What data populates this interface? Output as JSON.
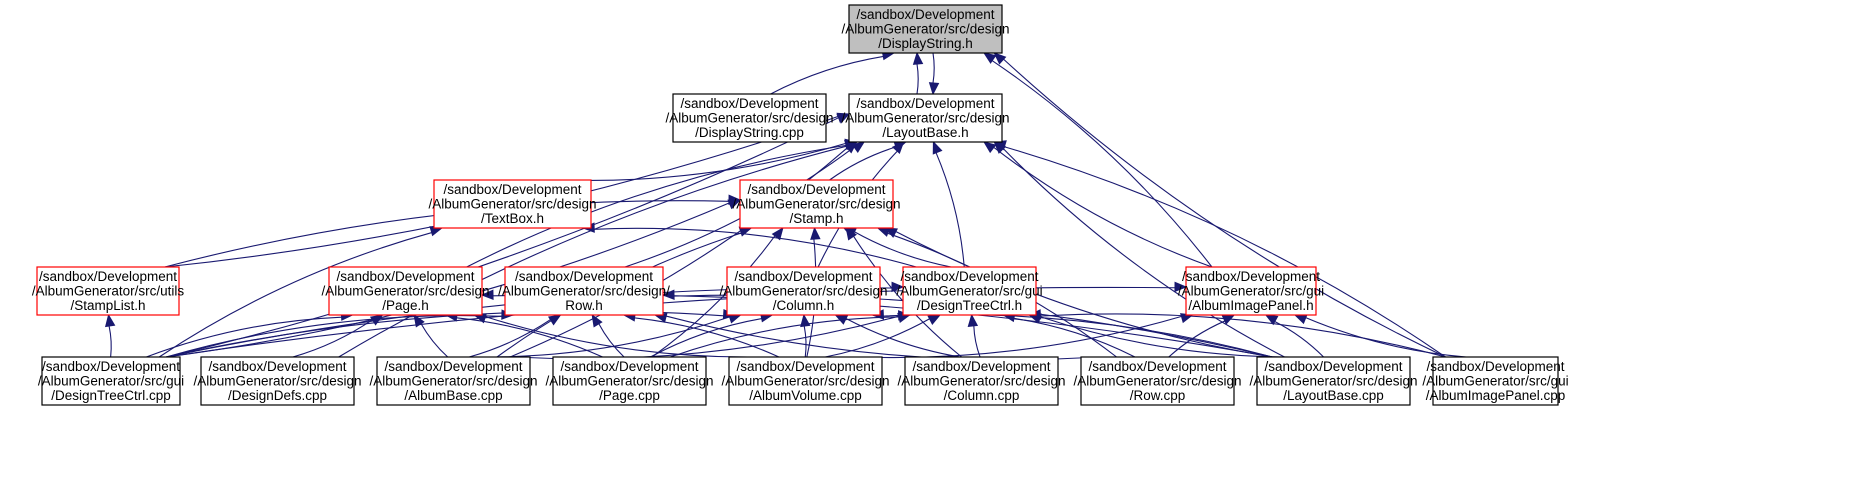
{
  "graph": {
    "colors": {
      "edge": "#191970",
      "focus_fill": "#bfbfbf",
      "border_black": "#000000",
      "border_red": "#ff0000"
    },
    "nodes": [
      {
        "id": "displaystring_h",
        "style": "focus",
        "lines": [
          "/sandbox/Development",
          "/AlbumGenerator/src/design",
          "/DisplayString.h"
        ]
      },
      {
        "id": "displaystring_cpp",
        "style": "black",
        "lines": [
          "/sandbox/Development",
          "/AlbumGenerator/src/design",
          "/DisplayString.cpp"
        ]
      },
      {
        "id": "layoutbase_h",
        "style": "black",
        "lines": [
          "/sandbox/Development",
          "/AlbumGenerator/src/design",
          "/LayoutBase.h"
        ]
      },
      {
        "id": "textbox_h",
        "style": "red",
        "lines": [
          "/sandbox/Development",
          "/AlbumGenerator/src/design",
          "/TextBox.h"
        ]
      },
      {
        "id": "stamp_h",
        "style": "red",
        "lines": [
          "/sandbox/Development",
          "/AlbumGenerator/src/design",
          "/Stamp.h"
        ]
      },
      {
        "id": "stamplist_h",
        "style": "red",
        "lines": [
          "/sandbox/Development",
          "/AlbumGenerator/src/utils",
          "/StampList.h"
        ]
      },
      {
        "id": "page_h",
        "style": "red",
        "lines": [
          "/sandbox/Development",
          "/AlbumGenerator/src/design",
          "/Page.h"
        ]
      },
      {
        "id": "row_h",
        "style": "red",
        "lines": [
          "/sandbox/Development",
          "/AlbumGenerator/src/design/",
          "Row.h"
        ]
      },
      {
        "id": "column_h",
        "style": "red",
        "lines": [
          "/sandbox/Development",
          "/AlbumGenerator/src/design",
          "/Column.h"
        ]
      },
      {
        "id": "designtreectrl_h",
        "style": "red",
        "lines": [
          "/sandbox/Development",
          "/AlbumGenerator/src/gui",
          "/DesignTreeCtrl.h"
        ]
      },
      {
        "id": "albumimagepanel_h",
        "style": "red",
        "lines": [
          "/sandbox/Development",
          "/AlbumGenerator/src/gui",
          "/AlbumImagePanel.h"
        ]
      },
      {
        "id": "designtreectrl_cpp",
        "style": "black",
        "lines": [
          "/sandbox/Development",
          "/AlbumGenerator/src/gui",
          "/DesignTreeCtrl.cpp"
        ]
      },
      {
        "id": "designdefs_cpp",
        "style": "black",
        "lines": [
          "/sandbox/Development",
          "/AlbumGenerator/src/design",
          "/DesignDefs.cpp"
        ]
      },
      {
        "id": "albumbase_cpp",
        "style": "black",
        "lines": [
          "/sandbox/Development",
          "/AlbumGenerator/src/design",
          "/AlbumBase.cpp"
        ]
      },
      {
        "id": "page_cpp",
        "style": "black",
        "lines": [
          "/sandbox/Development",
          "/AlbumGenerator/src/design",
          "/Page.cpp"
        ]
      },
      {
        "id": "albumvolume_cpp",
        "style": "black",
        "lines": [
          "/sandbox/Development",
          "/AlbumGenerator/src/design",
          "/AlbumVolume.cpp"
        ]
      },
      {
        "id": "column_cpp",
        "style": "black",
        "lines": [
          "/sandbox/Development",
          "/AlbumGenerator/src/design",
          "/Column.cpp"
        ]
      },
      {
        "id": "row_cpp",
        "style": "black",
        "lines": [
          "/sandbox/Development",
          "/AlbumGenerator/src/design",
          "/Row.cpp"
        ]
      },
      {
        "id": "layoutbase_cpp",
        "style": "black",
        "lines": [
          "/sandbox/Development",
          "/AlbumGenerator/src/design",
          "/LayoutBase.cpp"
        ]
      },
      {
        "id": "albumimagepanel_cpp",
        "style": "black",
        "lines": [
          "/sandbox/Development",
          "/AlbumGenerator/src/gui",
          "/AlbumImagePanel.cpp"
        ]
      }
    ],
    "edges": [
      {
        "from": "displaystring_cpp",
        "to": "displaystring_h"
      },
      {
        "from": "layoutbase_h",
        "to": "displaystring_h"
      },
      {
        "from": "displaystring_h",
        "to": "layoutbase_h"
      },
      {
        "from": "albumimagepanel_h",
        "to": "displaystring_h"
      },
      {
        "from": "albumimagepanel_cpp",
        "to": "displaystring_h"
      },
      {
        "from": "textbox_h",
        "to": "layoutbase_h"
      },
      {
        "from": "stamp_h",
        "to": "layoutbase_h"
      },
      {
        "from": "stamplist_h",
        "to": "layoutbase_h"
      },
      {
        "from": "page_h",
        "to": "layoutbase_h"
      },
      {
        "from": "row_h",
        "to": "layoutbase_h"
      },
      {
        "from": "column_h",
        "to": "layoutbase_h"
      },
      {
        "from": "designtreectrl_h",
        "to": "layoutbase_h"
      },
      {
        "from": "albumimagepanel_h",
        "to": "layoutbase_h"
      },
      {
        "from": "designtreectrl_cpp",
        "to": "layoutbase_h"
      },
      {
        "from": "designdefs_cpp",
        "to": "layoutbase_h"
      },
      {
        "from": "albumbase_cpp",
        "to": "layoutbase_h"
      },
      {
        "from": "layoutbase_cpp",
        "to": "layoutbase_h"
      },
      {
        "from": "albumimagepanel_cpp",
        "to": "layoutbase_h"
      },
      {
        "from": "designtreectrl_cpp",
        "to": "textbox_h"
      },
      {
        "from": "designtreectrl_h",
        "to": "textbox_h"
      },
      {
        "from": "stamplist_h",
        "to": "stamp_h"
      },
      {
        "from": "page_cpp",
        "to": "stamp_h"
      },
      {
        "from": "designtreectrl_h",
        "to": "stamp_h"
      },
      {
        "from": "designtreectrl_cpp",
        "to": "stamp_h"
      },
      {
        "from": "albumbase_cpp",
        "to": "stamp_h"
      },
      {
        "from": "albumvolume_cpp",
        "to": "stamp_h"
      },
      {
        "from": "column_cpp",
        "to": "stamp_h"
      },
      {
        "from": "row_cpp",
        "to": "stamp_h"
      },
      {
        "from": "layoutbase_cpp",
        "to": "stamp_h"
      },
      {
        "from": "designtreectrl_cpp",
        "to": "stamplist_h"
      },
      {
        "from": "designtreectrl_cpp",
        "to": "page_h"
      },
      {
        "from": "designdefs_cpp",
        "to": "page_h"
      },
      {
        "from": "albumbase_cpp",
        "to": "page_h"
      },
      {
        "from": "page_cpp",
        "to": "page_h"
      },
      {
        "from": "albumvolume_cpp",
        "to": "page_h"
      },
      {
        "from": "layoutbase_cpp",
        "to": "page_h"
      },
      {
        "from": "designtreectrl_cpp",
        "to": "row_h"
      },
      {
        "from": "albumbase_cpp",
        "to": "row_h"
      },
      {
        "from": "page_cpp",
        "to": "row_h"
      },
      {
        "from": "albumvolume_cpp",
        "to": "row_h"
      },
      {
        "from": "row_cpp",
        "to": "row_h"
      },
      {
        "from": "layoutbase_cpp",
        "to": "row_h"
      },
      {
        "from": "designtreectrl_cpp",
        "to": "column_h"
      },
      {
        "from": "albumbase_cpp",
        "to": "column_h"
      },
      {
        "from": "page_cpp",
        "to": "column_h"
      },
      {
        "from": "albumvolume_cpp",
        "to": "column_h"
      },
      {
        "from": "column_cpp",
        "to": "column_h"
      },
      {
        "from": "layoutbase_cpp",
        "to": "column_h"
      },
      {
        "from": "designtreectrl_cpp",
        "to": "designtreectrl_h"
      },
      {
        "from": "albumbase_cpp",
        "to": "designtreectrl_h"
      },
      {
        "from": "page_cpp",
        "to": "designtreectrl_h"
      },
      {
        "from": "albumvolume_cpp",
        "to": "designtreectrl_h"
      },
      {
        "from": "column_cpp",
        "to": "designtreectrl_h"
      },
      {
        "from": "row_cpp",
        "to": "designtreectrl_h"
      },
      {
        "from": "layoutbase_cpp",
        "to": "designtreectrl_h"
      },
      {
        "from": "albumimagepanel_cpp",
        "to": "designtreectrl_h"
      },
      {
        "from": "designtreectrl_cpp",
        "to": "albumimagepanel_h"
      },
      {
        "from": "albumvolume_cpp",
        "to": "albumimagepanel_h"
      },
      {
        "from": "row_cpp",
        "to": "albumimagepanel_h"
      },
      {
        "from": "layoutbase_cpp",
        "to": "albumimagepanel_h"
      },
      {
        "from": "albumimagepanel_cpp",
        "to": "albumimagepanel_h"
      }
    ]
  }
}
